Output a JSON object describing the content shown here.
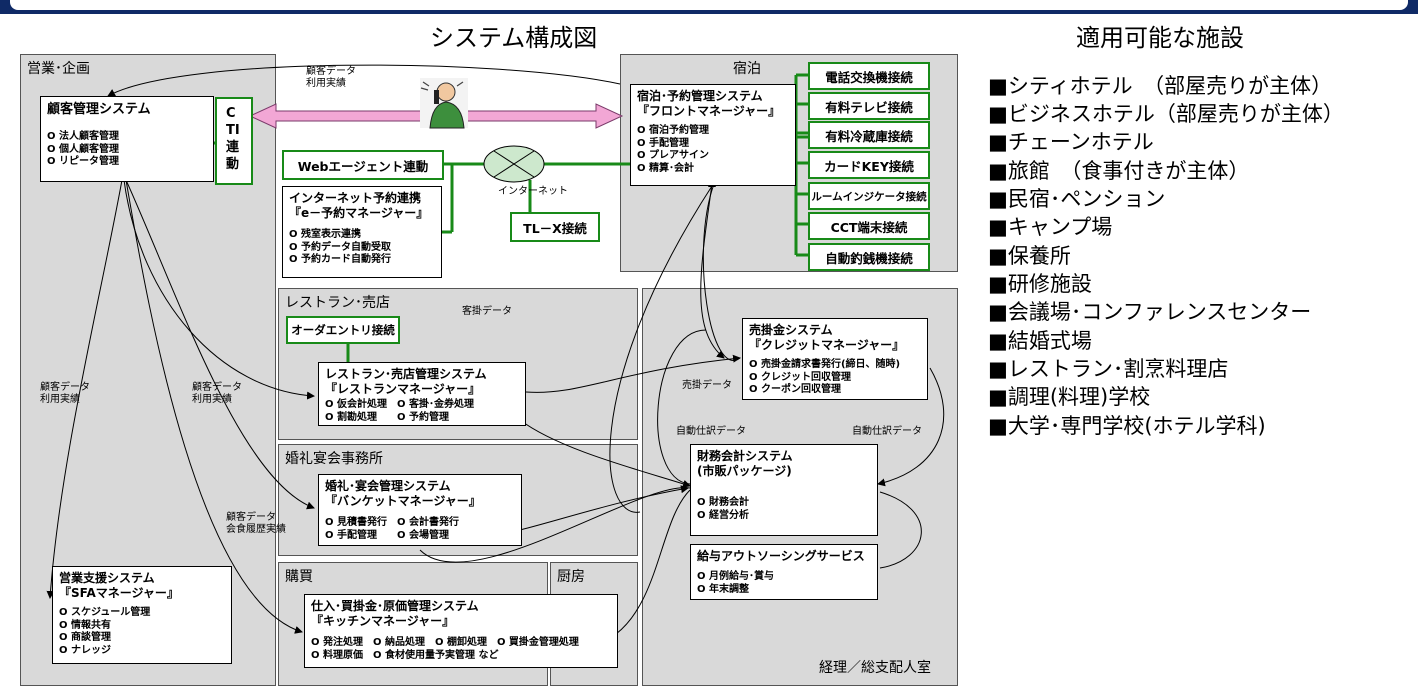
{
  "titles": {
    "diagram": "システム構成図",
    "facilities": "適用可能な施設"
  },
  "areas": {
    "sales": "営業･企画",
    "lodging": "宿泊",
    "restaurant": "レストラン･売店",
    "wedding": "婚礼宴会事務所",
    "purchase": "購買",
    "kitchen": "厨房",
    "accounting": "経理／総支配人室"
  },
  "boxes": {
    "crm": {
      "title": "顧客管理システム",
      "items": "O 法人顧客管理\nO 個人顧客管理\nO リピータ管理"
    },
    "cti": {
      "title": "CTI連動"
    },
    "front": {
      "title": "宿泊･予約管理システム\n『フロントマネージャー』",
      "items": "O 宿泊予約管理\nO 手配管理\nO プレアサイン\nO 精算･会計"
    },
    "web": {
      "title": "Webエージェント連動"
    },
    "eyoyaku": {
      "title": "インターネット予約連携\n『e－予約マネージャー』",
      "items": "O 残室表示連携\nO 予約データ自動受取\nO 予約カード自動発行"
    },
    "tlx": {
      "title": "TL－X接続"
    },
    "order": {
      "title": "オーダエントリ接続"
    },
    "restaurant_sys": {
      "title": "レストラン･売店管理システム\n『レストランマネージャー』",
      "items": "O 仮会計処理　O 客掛･金券処理\nO 割勘処理　　O 予約管理"
    },
    "credit": {
      "title": "売掛金システム\n『クレジットマネージャー』",
      "items": "O 売掛金請求書発行(締日、随時)\nO クレジット回収管理\nO クーポン回収管理"
    },
    "banquet": {
      "title": "婚礼･宴会管理システム\n『バンケットマネージャー』",
      "items": "O 見積書発行　O 会計書発行\nO 手配管理　　O 会場管理"
    },
    "finance": {
      "title": "財務会計システム\n(市販パッケージ)",
      "items": "O 財務会計\nO 経営分析"
    },
    "payroll": {
      "title": "給与アウトソーシングサービス",
      "items": "O 月例給与･賞与\nO 年末調整"
    },
    "sfa": {
      "title": "営業支援システム\n『SFAマネージャー』",
      "items": "O スケジュール管理\nO 情報共有\nO 商談管理\nO ナレッジ"
    },
    "kitchen_sys": {
      "title": "仕入･買掛金･原価管理システム\n『キッチンマネージャー』",
      "items": "O 発注処理　O 納品処理　O 棚卸処理　O 買掛金管理処理\nO 料理原価　O 食材使用量予実管理 など"
    }
  },
  "connections": [
    "電話交換機接続",
    "有料テレビ接続",
    "有料冷蔵庫接続",
    "カードKEY接続",
    "ルームインジケータ接続",
    "CCT端末接続",
    "自動釣銭機接続"
  ],
  "labels": {
    "internet": "インターネット",
    "crm_top": "顧客データ\n利用実績",
    "crm_left": "顧客データ\n利用実績",
    "crm_mid": "顧客データ\n利用実績",
    "crm_wedding": "顧客データ\n会食履歴実績",
    "kyakukake": "客掛データ",
    "urikake": "売掛データ",
    "auto1": "自動仕訳データ",
    "auto2": "自動仕訳データ"
  },
  "facilities": [
    "■シティホテル　（部屋売りが主体）",
    "■ビジネスホテル（部屋売りが主体）",
    "■チェーンホテル",
    "■旅館　（食事付きが主体）",
    "■民宿･ペンション",
    "■キャンプ場",
    "■保養所",
    "■研修施設",
    "■会議場･コンファレンスセンター",
    "■結婚式場",
    "■レストラン･割烹料理店",
    "■調理(料理)学校",
    "■大学･専門学校(ホテル学科)"
  ],
  "colors": {
    "green": "#188a18",
    "pink": "#f2a7d5",
    "area": "#d9d9d9",
    "topbar": "#0f2a66"
  }
}
